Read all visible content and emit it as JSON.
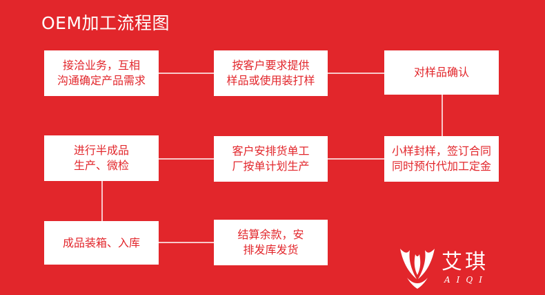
{
  "title": "OEM加工流程图",
  "steps": [
    {
      "id": "s1",
      "text": "接洽业务，互相\n沟通确定产品需求"
    },
    {
      "id": "s2",
      "text": "按客户要求提供\n样品或使用装打样"
    },
    {
      "id": "s3",
      "text": "对样品确认"
    },
    {
      "id": "s4",
      "text": "小样封样，签订合同\n同时预付代加工定金"
    },
    {
      "id": "s5",
      "text": "客户安排货单工\n厂按单计划生产"
    },
    {
      "id": "s6",
      "text": "进行半成品\n生产、微检"
    },
    {
      "id": "s7",
      "text": "成品装箱、入库"
    },
    {
      "id": "s8",
      "text": "结算余款，安\n排发库发货"
    }
  ],
  "brand": {
    "name_cn": "艾琪",
    "name_en": "AIQI"
  },
  "colors": {
    "background": "#e2262b",
    "box": "#ffffff",
    "text": "#e2262b",
    "connector": "#ffffff"
  }
}
